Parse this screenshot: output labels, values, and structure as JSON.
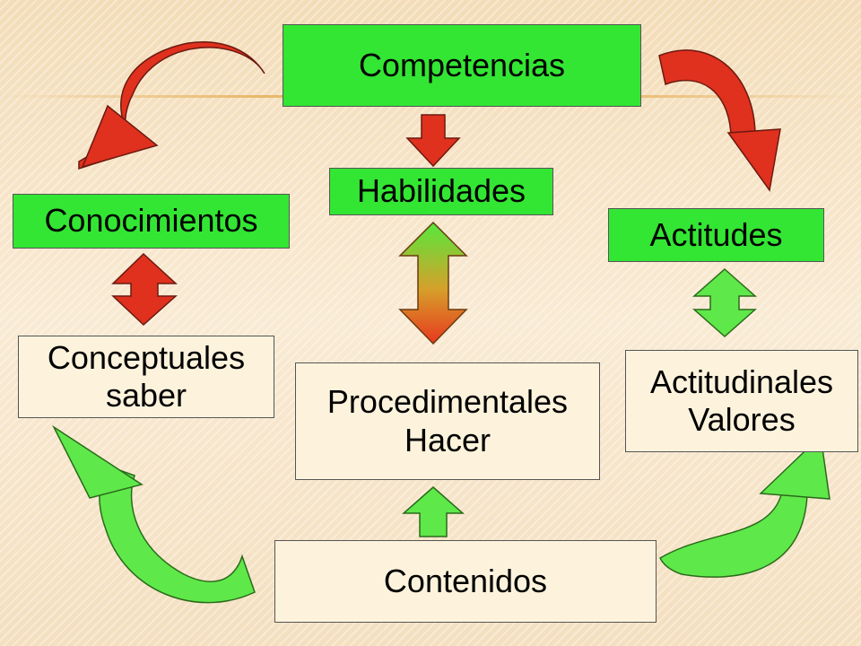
{
  "diagram": {
    "nodes": {
      "competencias": {
        "label": "Competencias"
      },
      "habilidades": {
        "label": "Habilidades"
      },
      "conocimientos": {
        "label": "Conocimientos"
      },
      "actitudes": {
        "label": "Actitudes"
      },
      "conceptuales": {
        "line1": "Conceptuales",
        "line2": "saber"
      },
      "procedimentales": {
        "line1": "Procedimentales",
        "line2": "Hacer"
      },
      "actitudinales": {
        "line1": "Actitudinales",
        "line2": "Valores"
      },
      "contenidos": {
        "label": "Contenidos"
      }
    },
    "colors": {
      "green_box": "#33e633",
      "cream_box": "#fdf3dc",
      "red_arrow": "#e0301e",
      "green_arrow": "#5fe84a"
    }
  }
}
